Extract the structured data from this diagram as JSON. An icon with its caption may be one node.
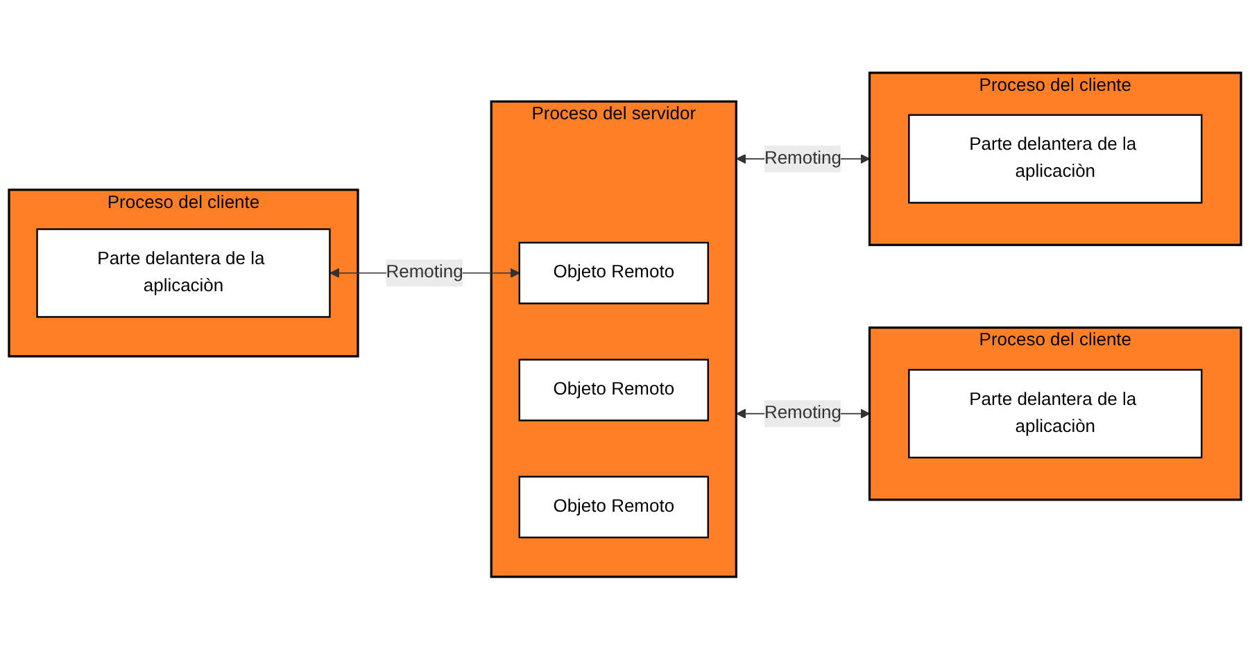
{
  "diagram": {
    "nodes": [
      {
        "text": [
          "Proceso del cliente"
        ]
      },
      {
        "text": [
          "Parte delantera de la aplicaciòn"
        ],
        "in": 0
      },
      {
        "text": [
          "Proceso del servidor"
        ]
      },
      {
        "text": [
          "Objeto Remoto"
        ],
        "in": 2
      },
      {
        "text": [
          "Objeto Remoto"
        ],
        "in": 2
      },
      {
        "text": [
          "Objeto Remoto"
        ],
        "in": 2
      },
      {
        "text": [
          "Proceso del cliente"
        ]
      },
      {
        "text": [
          "Parte delantera de la aplicaciòn"
        ],
        "in": 6
      },
      {
        "text": [
          "Proceso del cliente"
        ]
      },
      {
        "text": [
          "Parte delantera de la aplicaciòn"
        ],
        "in": 8
      }
    ],
    "edges": [
      {
        "from": 1,
        "to": 3,
        "arrow": "both",
        "label": "Remoting"
      },
      {
        "from": 2,
        "to": 6,
        "arrow": "both",
        "label": "Remoting"
      },
      {
        "from": 2,
        "to": 8,
        "arrow": "both",
        "label": "Remoting"
      }
    ]
  }
}
